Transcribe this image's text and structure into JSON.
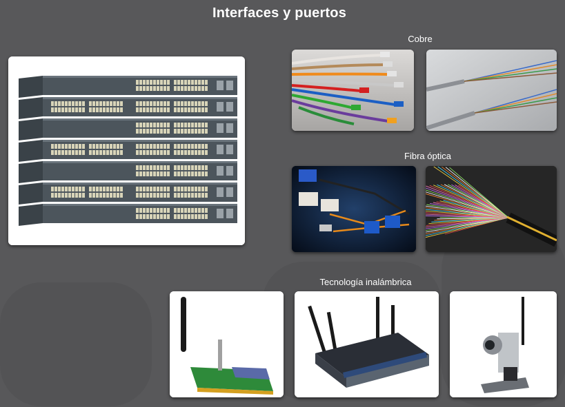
{
  "page": {
    "title": "Interfaces y puertos",
    "background_color": "#58585a"
  },
  "sections": {
    "copper": "Cobre",
    "fiber": "Fibra óptica",
    "wireless": "Tecnología inalámbrica"
  },
  "images": {
    "switch_stack": "stacked-network-switches-image",
    "copper_patch_cables": "colored-ethernet-patch-cables-image",
    "copper_twisted_pair": "twisted-pair-wires-image",
    "fiber_connectors": "fiber-optic-connectors-image",
    "fiber_strands": "fiber-optic-strands-image",
    "wireless_nic": "wireless-pci-card-image",
    "wireless_router": "wireless-router-image",
    "wireless_camera": "wireless-camera-image"
  }
}
